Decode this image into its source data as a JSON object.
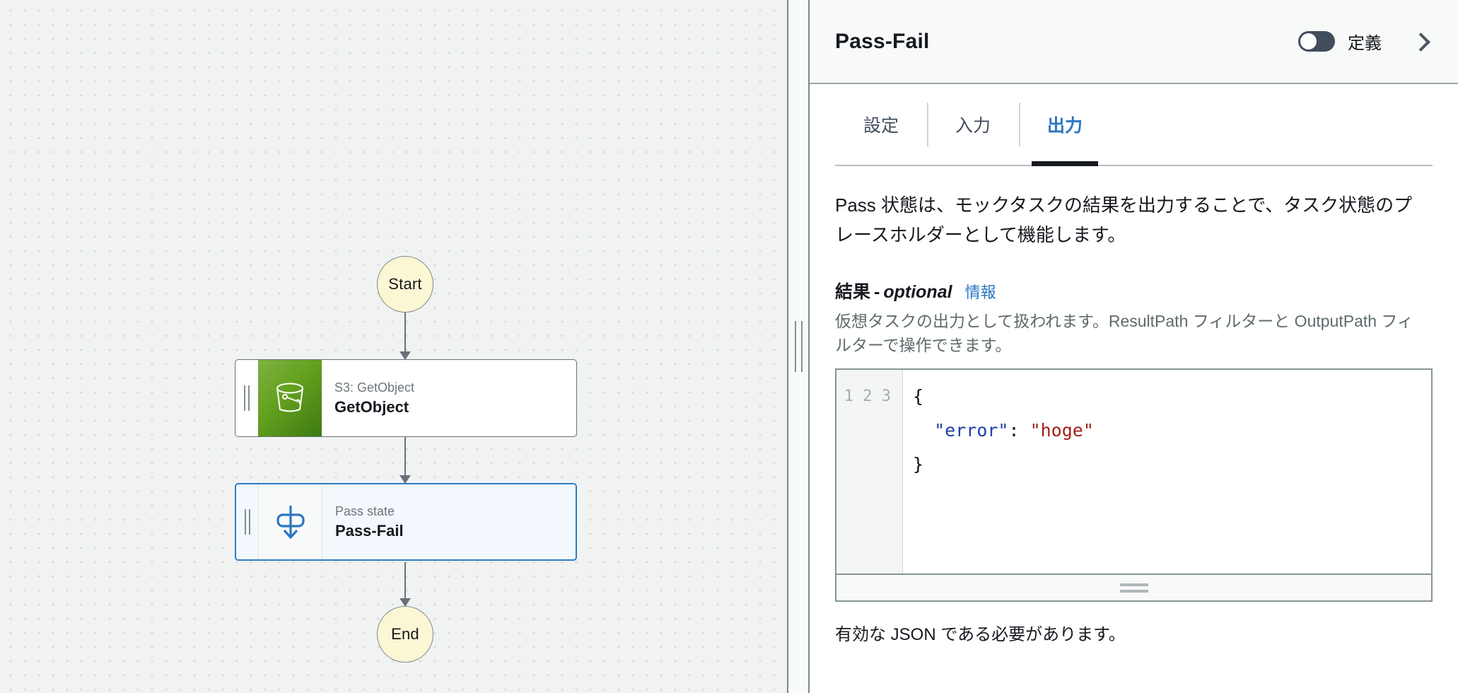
{
  "canvas": {
    "start_label": "Start",
    "end_label": "End",
    "nodes": [
      {
        "subtitle": "S3: GetObject",
        "title": "GetObject",
        "icon": "s3-bucket-icon",
        "selected": false
      },
      {
        "subtitle": "Pass state",
        "title": "Pass-Fail",
        "icon": "pass-state-icon",
        "selected": true
      }
    ]
  },
  "panel": {
    "title": "Pass-Fail",
    "toggle_label": "定義",
    "toggle_state": "off",
    "tabs": [
      {
        "label": "設定",
        "active": false
      },
      {
        "label": "入力",
        "active": false
      },
      {
        "label": "出力",
        "active": true
      }
    ],
    "description": "Pass 状態は、モックタスクの結果を出力することで、タスク状態のプレースホルダーとして機能します。",
    "field": {
      "label": "結果",
      "separator": "-",
      "optional": "optional",
      "info_link": "情報",
      "hint": "仮想タスクの出力として扱われます。ResultPath フィルターと OutputPath フィルターで操作できます。",
      "editor_lines": [
        {
          "number": "1",
          "text": "{"
        },
        {
          "number": "2",
          "text": "  \"error\": \"hoge\""
        },
        {
          "number": "3",
          "text": "}"
        }
      ],
      "editor_line_numbers": "1\n2\n3",
      "json_key": "\"error\"",
      "json_colon": ": ",
      "json_value": "\"hoge\"",
      "open_brace": "{",
      "close_brace": "}",
      "footnote": "有効な JSON である必要があります。"
    }
  },
  "colors": {
    "accent_blue": "#2c76c2",
    "canvas_bg": "#f1f3f3",
    "node_yellow": "#fbf6d3",
    "s3_green": "#63a01e",
    "json_key": "#2041a6",
    "json_string": "#a3201b"
  }
}
